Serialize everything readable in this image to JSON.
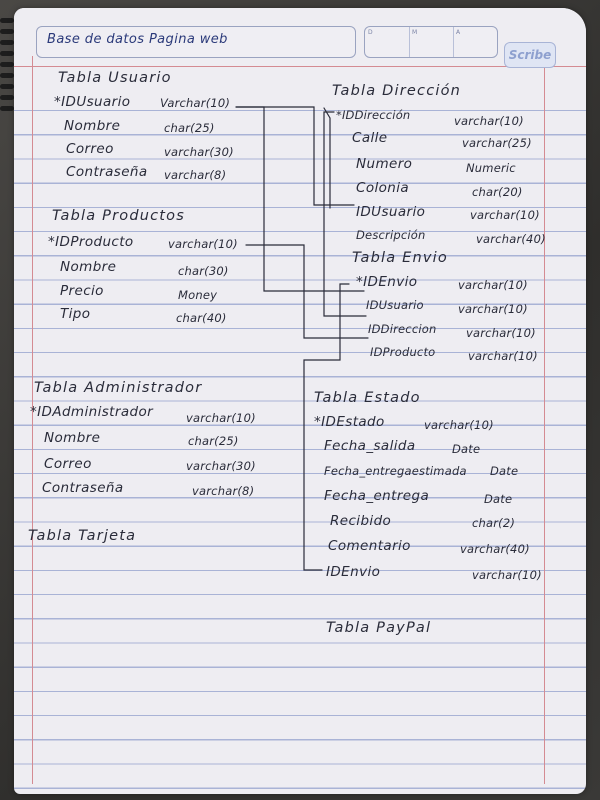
{
  "header": {
    "title": "Base de datos Pagina web",
    "brand": "Scribe",
    "date_cells": [
      "D",
      "M",
      "A"
    ]
  },
  "tables": [
    {
      "name": "Tabla Usuario",
      "fields": [
        {
          "name": "*IDUsuario",
          "type": "Varchar(10)"
        },
        {
          "name": "Nombre",
          "type": "char(25)"
        },
        {
          "name": "Correo",
          "type": "varchar(30)"
        },
        {
          "name": "Contraseña",
          "type": "varchar(8)"
        }
      ]
    },
    {
      "name": "Tabla Productos",
      "fields": [
        {
          "name": "*IDProducto",
          "type": "varchar(10)"
        },
        {
          "name": "Nombre",
          "type": "char(30)"
        },
        {
          "name": "Precio",
          "type": "Money"
        },
        {
          "name": "Tipo",
          "type": "char(40)"
        }
      ]
    },
    {
      "name": "Tabla Administrador",
      "fields": [
        {
          "name": "*IDAdministrador",
          "type": "varchar(10)"
        },
        {
          "name": "Nombre",
          "type": "char(25)"
        },
        {
          "name": "Correo",
          "type": "varchar(30)"
        },
        {
          "name": "Contraseña",
          "type": "varchar(8)"
        }
      ]
    },
    {
      "name": "Tabla Tarjeta",
      "fields": []
    },
    {
      "name": "Tabla Dirección",
      "fields": [
        {
          "name": "*IDDirección",
          "type": "varchar(10)"
        },
        {
          "name": "Calle",
          "type": "varchar(25)"
        },
        {
          "name": "Numero",
          "type": "Numeric"
        },
        {
          "name": "Colonia",
          "type": "char(20)"
        },
        {
          "name": "IDUsuario",
          "type": "varchar(10)"
        },
        {
          "name": "Descripción",
          "type": "varchar(40)"
        }
      ]
    },
    {
      "name": "Tabla Envio",
      "fields": [
        {
          "name": "*IDEnvio",
          "type": "varchar(10)"
        },
        {
          "name": "IDUsuario",
          "type": "varchar(10)"
        },
        {
          "name": "IDDireccion",
          "type": "varchar(10)"
        },
        {
          "name": "IDProducto",
          "type": "varchar(10)"
        }
      ]
    },
    {
      "name": "Tabla Estado",
      "fields": [
        {
          "name": "*IDEstado",
          "type": "varchar(10)"
        },
        {
          "name": "Fecha_salida",
          "type": "Date"
        },
        {
          "name": "Fecha_entregaestimada",
          "type": "Date"
        },
        {
          "name": "Fecha_entrega",
          "type": "Date"
        },
        {
          "name": "Recibido",
          "type": "char(2)"
        },
        {
          "name": "Comentario",
          "type": "varchar(40)"
        },
        {
          "name": "IDEnvio",
          "type": "varchar(10)"
        }
      ]
    },
    {
      "name": "Tabla PayPal",
      "fields": []
    }
  ],
  "ink_color": "#2a2c3a",
  "ruling_color": "#a9b3d6",
  "margin_color": "#d48b92"
}
